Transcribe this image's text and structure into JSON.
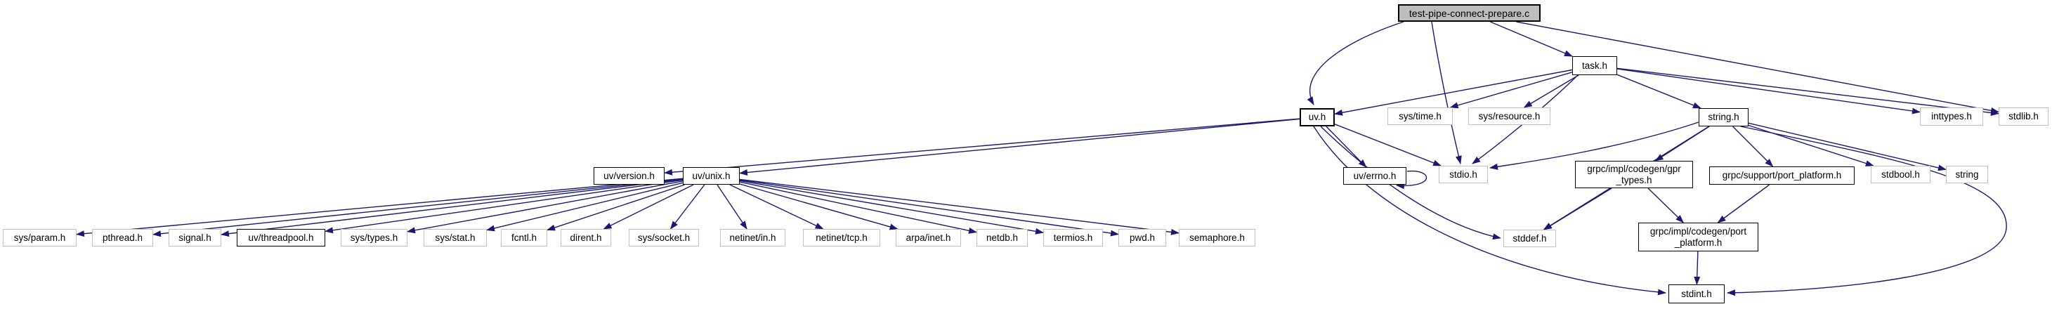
{
  "diagram": {
    "kind": "include-dependency-graph",
    "root_file": "test-pipe-connect-prepare.c",
    "colors": {
      "edge": "#191970",
      "linked_node_border": "#000000",
      "external_node_border": "#c0c0c0",
      "root_node_fill": "#bdbdbd",
      "node_fill": "#ffffff",
      "text": "#000000"
    },
    "nodes": [
      {
        "id": "test_pipe",
        "label": "test-pipe-connect-prepare.c",
        "kind": "root"
      },
      {
        "id": "task_h",
        "label": "task.h",
        "kind": "linked"
      },
      {
        "id": "uv_h",
        "label": "uv.h",
        "kind": "linked",
        "bold": true
      },
      {
        "id": "sys_time",
        "label": "sys/time.h",
        "kind": "external"
      },
      {
        "id": "sys_resource",
        "label": "sys/resource.h",
        "kind": "external"
      },
      {
        "id": "string_h",
        "label": "string.h",
        "kind": "linked"
      },
      {
        "id": "inttypes",
        "label": "inttypes.h",
        "kind": "external"
      },
      {
        "id": "stdlib",
        "label": "stdlib.h",
        "kind": "external"
      },
      {
        "id": "uv_version",
        "label": "uv/version.h",
        "kind": "linked"
      },
      {
        "id": "uv_unix",
        "label": "uv/unix.h",
        "kind": "linked"
      },
      {
        "id": "uv_errno",
        "label": "uv/errno.h",
        "kind": "linked"
      },
      {
        "id": "stdio",
        "label": "stdio.h",
        "kind": "external"
      },
      {
        "id": "gpr_types",
        "label": "grpc/impl/codegen/gpr\n_types.h",
        "kind": "linked"
      },
      {
        "id": "grpc_support_pp",
        "label": "grpc/support/port_platform.h",
        "kind": "linked"
      },
      {
        "id": "stdbool",
        "label": "stdbool.h",
        "kind": "external"
      },
      {
        "id": "string_box",
        "label": "string",
        "kind": "external"
      },
      {
        "id": "sys_param",
        "label": "sys/param.h",
        "kind": "external"
      },
      {
        "id": "pthread",
        "label": "pthread.h",
        "kind": "external"
      },
      {
        "id": "signal",
        "label": "signal.h",
        "kind": "external"
      },
      {
        "id": "uv_threadpool",
        "label": "uv/threadpool.h",
        "kind": "linked"
      },
      {
        "id": "sys_types",
        "label": "sys/types.h",
        "kind": "external"
      },
      {
        "id": "sys_stat",
        "label": "sys/stat.h",
        "kind": "external"
      },
      {
        "id": "fcntl",
        "label": "fcntl.h",
        "kind": "external"
      },
      {
        "id": "dirent",
        "label": "dirent.h",
        "kind": "external"
      },
      {
        "id": "sys_socket",
        "label": "sys/socket.h",
        "kind": "external"
      },
      {
        "id": "netinet_in",
        "label": "netinet/in.h",
        "kind": "external"
      },
      {
        "id": "netinet_tcp",
        "label": "netinet/tcp.h",
        "kind": "external"
      },
      {
        "id": "arpa_inet",
        "label": "arpa/inet.h",
        "kind": "external"
      },
      {
        "id": "netdb",
        "label": "netdb.h",
        "kind": "external"
      },
      {
        "id": "termios",
        "label": "termios.h",
        "kind": "external"
      },
      {
        "id": "pwd",
        "label": "pwd.h",
        "kind": "external"
      },
      {
        "id": "semaphore",
        "label": "semaphore.h",
        "kind": "external"
      },
      {
        "id": "stddef",
        "label": "stddef.h",
        "kind": "external"
      },
      {
        "id": "grpc_codegen_pp",
        "label": "grpc/impl/codegen/port\n_platform.h",
        "kind": "linked"
      },
      {
        "id": "stdint",
        "label": "stdint.h",
        "kind": "linked"
      }
    ],
    "edges": [
      {
        "from": "test_pipe",
        "to": "uv_h"
      },
      {
        "from": "test_pipe",
        "to": "task_h"
      },
      {
        "from": "test_pipe",
        "to": "stdio"
      },
      {
        "from": "test_pipe",
        "to": "stdlib"
      },
      {
        "from": "task_h",
        "to": "uv_h"
      },
      {
        "from": "task_h",
        "to": "sys_time"
      },
      {
        "from": "task_h",
        "to": "sys_resource"
      },
      {
        "from": "task_h",
        "to": "stdio"
      },
      {
        "from": "task_h",
        "to": "string_h"
      },
      {
        "from": "task_h",
        "to": "inttypes"
      },
      {
        "from": "task_h",
        "to": "stdlib"
      },
      {
        "from": "uv_h",
        "to": "uv_version"
      },
      {
        "from": "uv_h",
        "to": "uv_unix"
      },
      {
        "from": "uv_h",
        "to": "uv_errno"
      },
      {
        "from": "uv_h",
        "to": "stdio"
      },
      {
        "from": "uv_h",
        "to": "stddef"
      },
      {
        "from": "uv_h",
        "to": "stdint"
      },
      {
        "from": "uv_errno",
        "to": "uv_errno"
      },
      {
        "from": "uv_unix",
        "to": "sys_param"
      },
      {
        "from": "uv_unix",
        "to": "pthread"
      },
      {
        "from": "uv_unix",
        "to": "signal"
      },
      {
        "from": "uv_unix",
        "to": "uv_threadpool"
      },
      {
        "from": "uv_unix",
        "to": "sys_types"
      },
      {
        "from": "uv_unix",
        "to": "sys_stat"
      },
      {
        "from": "uv_unix",
        "to": "fcntl"
      },
      {
        "from": "uv_unix",
        "to": "dirent"
      },
      {
        "from": "uv_unix",
        "to": "sys_socket"
      },
      {
        "from": "uv_unix",
        "to": "netinet_in"
      },
      {
        "from": "uv_unix",
        "to": "netinet_tcp"
      },
      {
        "from": "uv_unix",
        "to": "arpa_inet"
      },
      {
        "from": "uv_unix",
        "to": "netdb"
      },
      {
        "from": "uv_unix",
        "to": "termios"
      },
      {
        "from": "uv_unix",
        "to": "pwd"
      },
      {
        "from": "uv_unix",
        "to": "semaphore"
      },
      {
        "from": "string_h",
        "to": "stdio"
      },
      {
        "from": "string_h",
        "to": "gpr_types"
      },
      {
        "from": "string_h",
        "to": "grpc_support_pp"
      },
      {
        "from": "string_h",
        "to": "stdbool"
      },
      {
        "from": "string_h",
        "to": "string_box"
      },
      {
        "from": "string_h",
        "to": "stddef"
      },
      {
        "from": "string_h",
        "to": "stdint"
      },
      {
        "from": "gpr_types",
        "to": "stddef"
      },
      {
        "from": "gpr_types",
        "to": "grpc_codegen_pp"
      },
      {
        "from": "grpc_support_pp",
        "to": "grpc_codegen_pp"
      },
      {
        "from": "grpc_codegen_pp",
        "to": "stdint"
      }
    ]
  }
}
